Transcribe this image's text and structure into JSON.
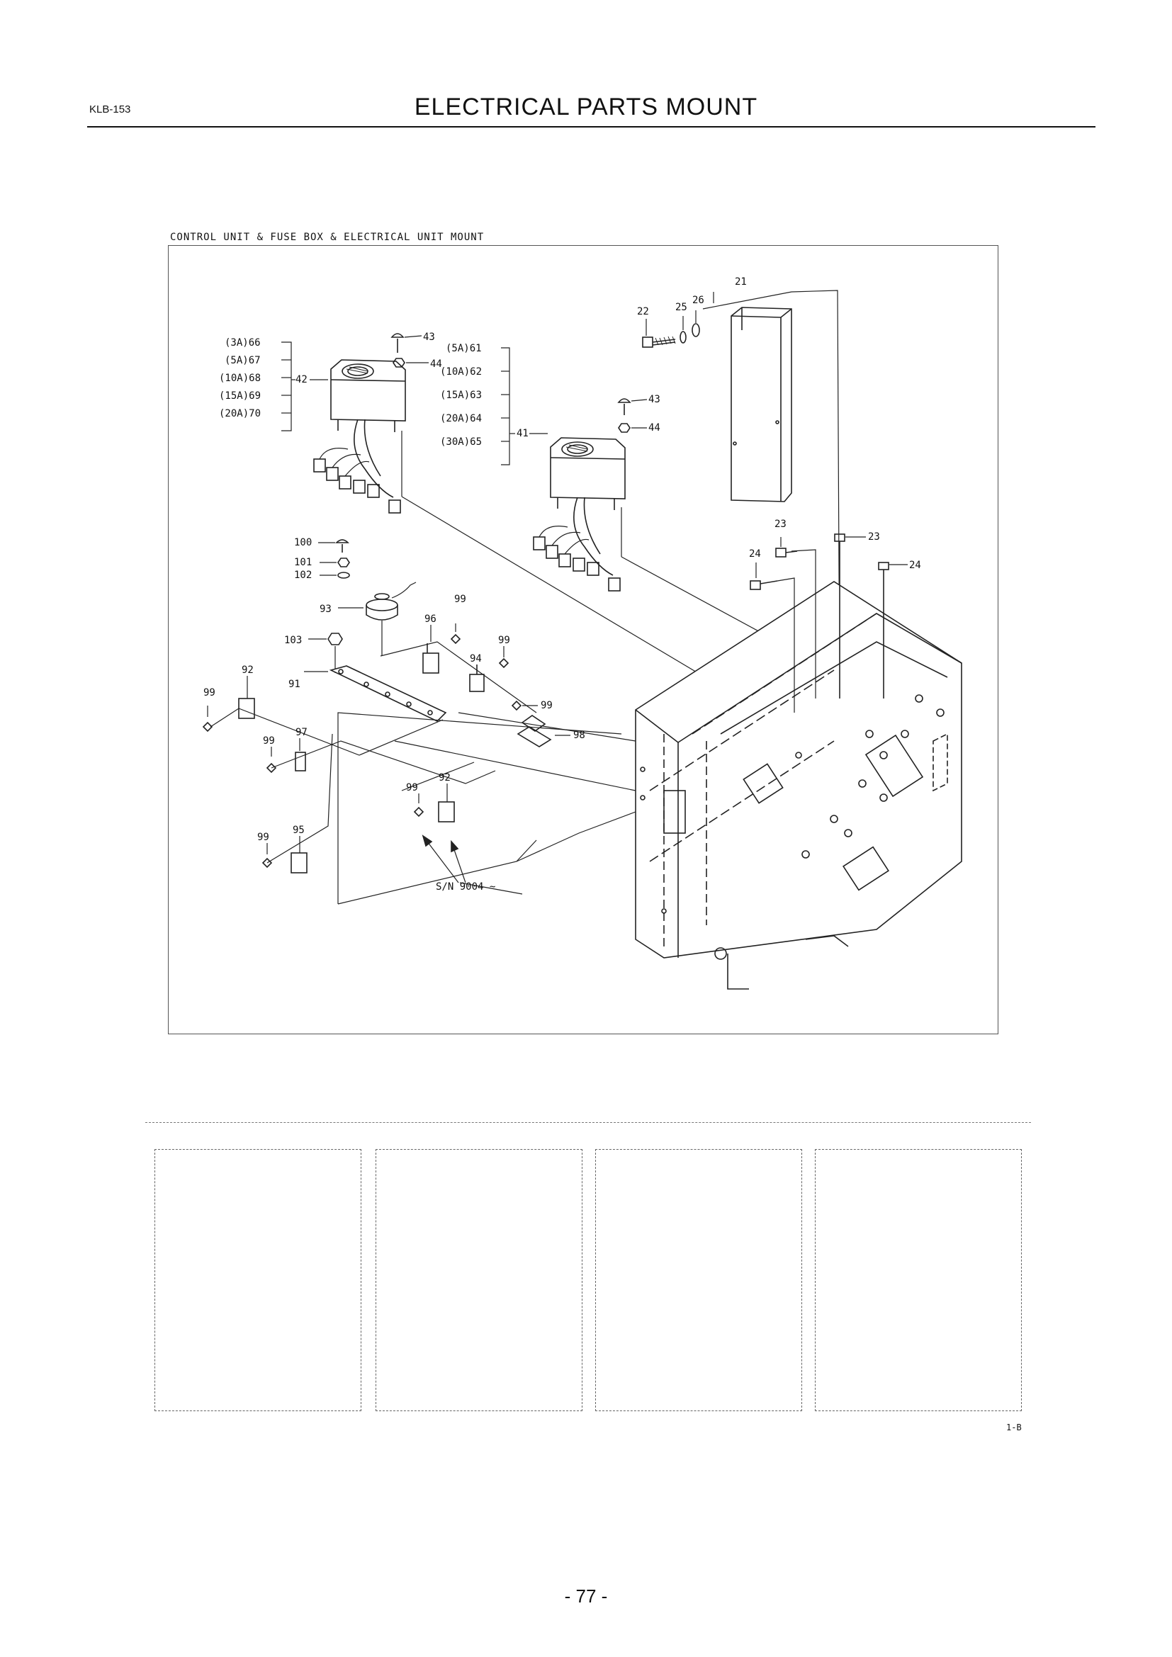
{
  "header": {
    "page_code": "KLB-153",
    "title": "ELECTRICAL PARTS MOUNT"
  },
  "figure": {
    "caption": "CONTROL UNIT & FUSE BOX & ELECTRICAL UNIT MOUNT",
    "callouts": {
      "c21": "21",
      "c22": "22",
      "c25": "25",
      "c26": "26",
      "c43a": "43",
      "c44a": "44",
      "c43b": "43",
      "c44b": "44",
      "c42": "42",
      "c41": "41",
      "f66": "(3A)66",
      "f67": "(5A)67",
      "f68": "(10A)68",
      "f69": "(15A)69",
      "f70": "(20A)70",
      "f61": "(5A)61",
      "f62": "(10A)62",
      "f63": "(15A)63",
      "f64": "(20A)64",
      "f65": "(30A)65",
      "c23a": "23",
      "c23b": "23",
      "c24a": "24",
      "c24b": "24",
      "c100": "100",
      "c101": "101",
      "c102": "102",
      "c93": "93",
      "c103": "103",
      "c96": "96",
      "c99a": "99",
      "c99b": "99",
      "c94": "94",
      "c92a": "92",
      "c91": "91",
      "c99c": "99",
      "c99d": "99",
      "c97": "97",
      "c98": "98",
      "c99e": "99",
      "c92b": "92",
      "c99f": "99",
      "c95": "95",
      "c99g": "99",
      "serial_note": "S/N 9004 ~"
    }
  },
  "sheet_code": "1-B",
  "page_number": "- 77 -"
}
